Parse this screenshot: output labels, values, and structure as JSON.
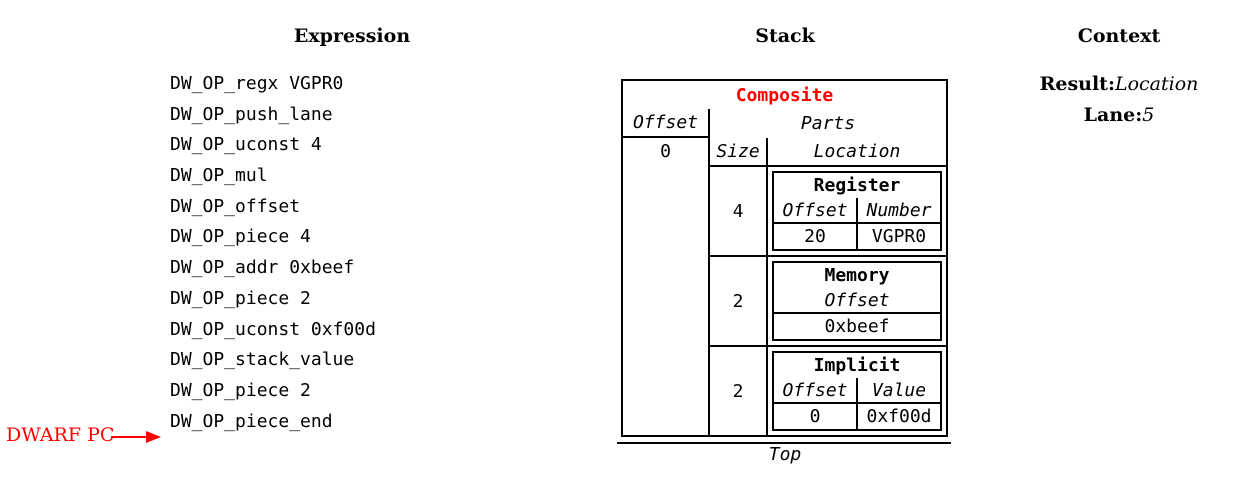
{
  "columns": {
    "expression": "Expression",
    "stack": "Stack",
    "context": "Context"
  },
  "expression": {
    "opcodes": [
      "DW_OP_regx VGPR0",
      "DW_OP_push_lane",
      "DW_OP_uconst 4",
      "DW_OP_mul",
      "DW_OP_offset",
      "DW_OP_piece 4",
      "DW_OP_addr 0xbeef",
      "DW_OP_piece 2",
      "DW_OP_uconst 0xf00d",
      "DW_OP_stack_value",
      "DW_OP_piece 2",
      "DW_OP_piece_end"
    ],
    "pc_label": "DWARF PC"
  },
  "stack": {
    "composite_label": "Composite",
    "offset_header": "Offset",
    "offset_value": "0",
    "parts_header": "Parts",
    "size_header": "Size",
    "location_header": "Location",
    "parts": [
      {
        "size": "4",
        "type": "Register",
        "col1": "Offset",
        "col2": "Number",
        "val1": "20",
        "val2": "VGPR0"
      },
      {
        "size": "2",
        "type": "Memory",
        "col1": "Offset",
        "val1": "0xbeef"
      },
      {
        "size": "2",
        "type": "Implicit",
        "col1": "Offset",
        "col2": "Value",
        "val1": "0",
        "val2": "0xf00d"
      }
    ],
    "top_label": "Top"
  },
  "context": {
    "result_label": "Result:",
    "result_value": "Location",
    "lane_label": "Lane:",
    "lane_value": "5"
  },
  "colors": {
    "accent_red": "#ff0000"
  }
}
